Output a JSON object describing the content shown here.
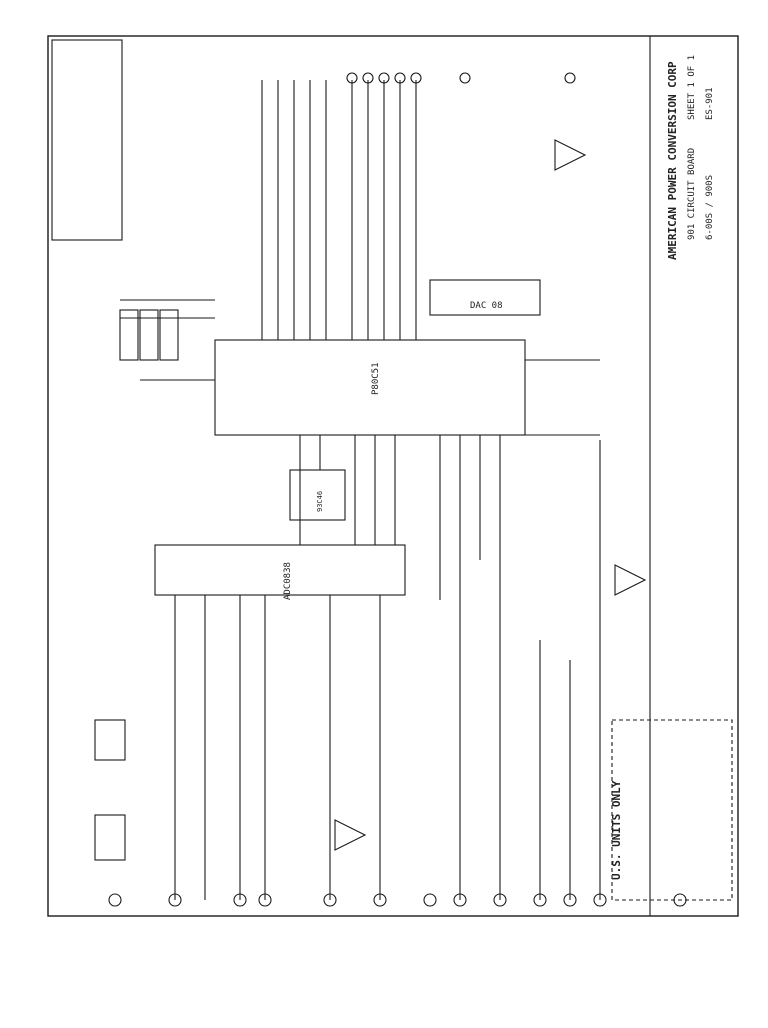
{
  "title_block": {
    "company": "AMERICAN POWER CONVERSION CORP",
    "board": "901 CIRCUIT BOARD",
    "sheet": "SHEET 1 OF 1",
    "model": "6-00S / 900S",
    "drawing_no": "ES-901"
  },
  "ics": {
    "mcu": "P80C51",
    "adc": "ADC0838",
    "dac": "DAC 08",
    "eeprom": "93C46"
  },
  "notes": {
    "us_only": "U.S. UNITS ONLY"
  }
}
